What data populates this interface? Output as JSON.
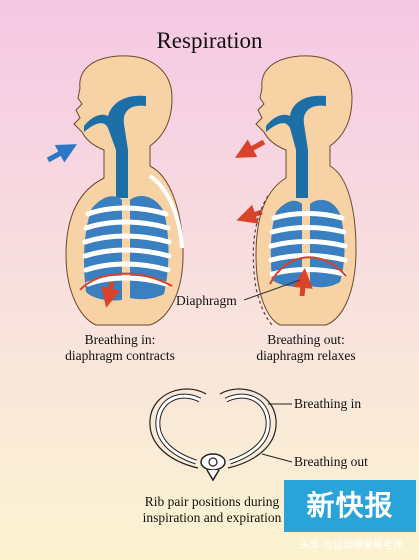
{
  "title": "Respiration",
  "left_caption": {
    "line1": "Breathing in:",
    "line2": "diaphragm contracts"
  },
  "right_caption": {
    "line1": "Breathing out:",
    "line2": "diaphragm relaxes"
  },
  "diaphragm_label": "Diaphragm",
  "rib_diagram": {
    "label_in": "Breathing in",
    "label_out": "Breathing out",
    "caption_line1": "Rib pair positions during",
    "caption_line2": "inspiration and expiration"
  },
  "watermark_logo": "新快报",
  "watermark_handle": "头条 @运动康复陈老师",
  "colors": {
    "background_top": "#f5c8e4",
    "background_bottom": "#fbf3d0",
    "skin": "#f7d2a4",
    "skin_outline": "#6a4a30",
    "airway_blue": "#1d6fa8",
    "lung_blue": "#3a7fc0",
    "arrow_red": "#d9432a",
    "badge_blue": "#2aa3d9"
  }
}
